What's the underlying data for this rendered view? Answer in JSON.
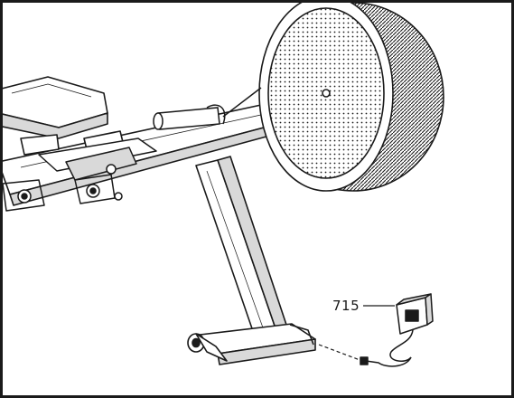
{
  "figure": {
    "kind": "assembly-illustration",
    "subject": "rowing-machine",
    "parts": [
      {
        "id": "flywheel",
        "icon": "flywheel-icon"
      },
      {
        "id": "seat",
        "icon": "seat-icon"
      },
      {
        "id": "handlebar",
        "icon": "handlebar-icon"
      },
      {
        "id": "main-rail",
        "icon": "rail-icon"
      },
      {
        "id": "front-leg",
        "icon": "leg-icon"
      },
      {
        "id": "front-stabilizer",
        "icon": "stabilizer-icon"
      },
      {
        "id": "power-adapter",
        "icon": "power-adapter-icon"
      }
    ],
    "callouts": [
      {
        "label": "715",
        "target": "power-adapter"
      }
    ]
  },
  "colors": {
    "ink": "#1a1a1a",
    "fill": "#ffffff",
    "shade": "#d9d9d9"
  }
}
